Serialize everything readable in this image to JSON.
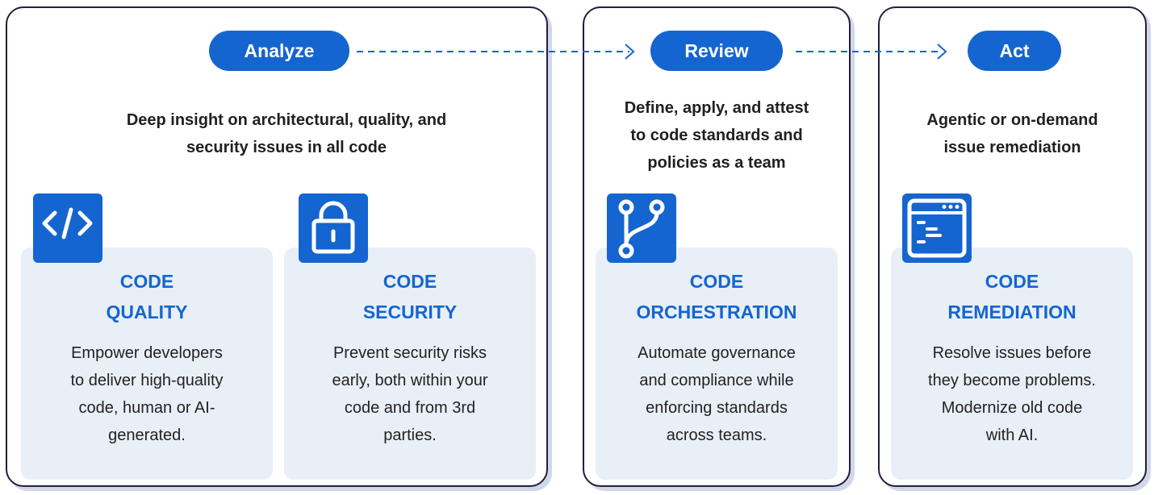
{
  "stages": {
    "analyze": {
      "label": "Analyze",
      "description": [
        "Deep insight on architectural, quality, and",
        "security issues in all code"
      ]
    },
    "review": {
      "label": "Review",
      "description": [
        "Define, apply, and attest",
        "to code standards and",
        "policies as a team"
      ]
    },
    "act": {
      "label": "Act",
      "description": [
        "Agentic or on-demand",
        "issue remediation"
      ]
    }
  },
  "cards": {
    "quality": {
      "icon": "code-icon",
      "title": [
        "CODE",
        "QUALITY"
      ],
      "text": [
        "Empower developers",
        "to deliver high-quality",
        "code, human or AI-",
        "generated."
      ]
    },
    "security": {
      "icon": "lock-icon",
      "title": [
        "CODE",
        "SECURITY"
      ],
      "text": [
        "Prevent security risks",
        "early, both within your",
        "code and from 3rd",
        "parties."
      ]
    },
    "orchestration": {
      "icon": "git-branch-icon",
      "title": [
        "CODE",
        "ORCHESTRATION"
      ],
      "text": [
        "Automate governance",
        "and compliance while",
        "enforcing standards",
        "across teams."
      ]
    },
    "remediation": {
      "icon": "terminal-window-icon",
      "title": [
        "CODE",
        "REMEDIATION"
      ],
      "text": [
        "Resolve issues before",
        "they become problems.",
        "Modernize old code",
        "with AI."
      ]
    }
  },
  "colors": {
    "accent": "#1565d0",
    "card_background": "#e8eff7",
    "panel_border": "#2a1a3c",
    "text": "#1f1f24"
  }
}
